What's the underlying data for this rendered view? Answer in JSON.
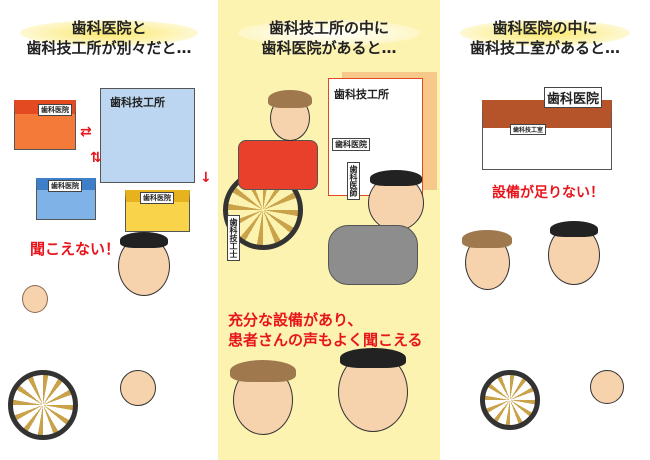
{
  "panels": [
    {
      "title": [
        "歯科医院と",
        "歯科技工所が別々だと…"
      ],
      "building_labels": [
        "歯科医院",
        "歯科技工所",
        "歯科医院",
        "歯科医院"
      ],
      "caption": "聞こえない！"
    },
    {
      "title": [
        "歯科技工所の中に",
        "歯科医院があると…"
      ],
      "building_labels": [
        "歯科技工所",
        "歯科医院"
      ],
      "role_labels": [
        "歯科医師",
        "歯科技工士"
      ],
      "caption": [
        "充分な設備があり、",
        "患者さんの声もよく聞こえる"
      ]
    },
    {
      "title": [
        "歯科医院の中に",
        "歯科技工室があると…"
      ],
      "building_labels": [
        "歯科医院",
        "歯科技工室"
      ],
      "caption": "設備が足りない！"
    }
  ],
  "colors": {
    "panel_middle_bg": "#fdf3b0",
    "caption_red": "#e8141c",
    "title_glow": "#fbe86a"
  }
}
